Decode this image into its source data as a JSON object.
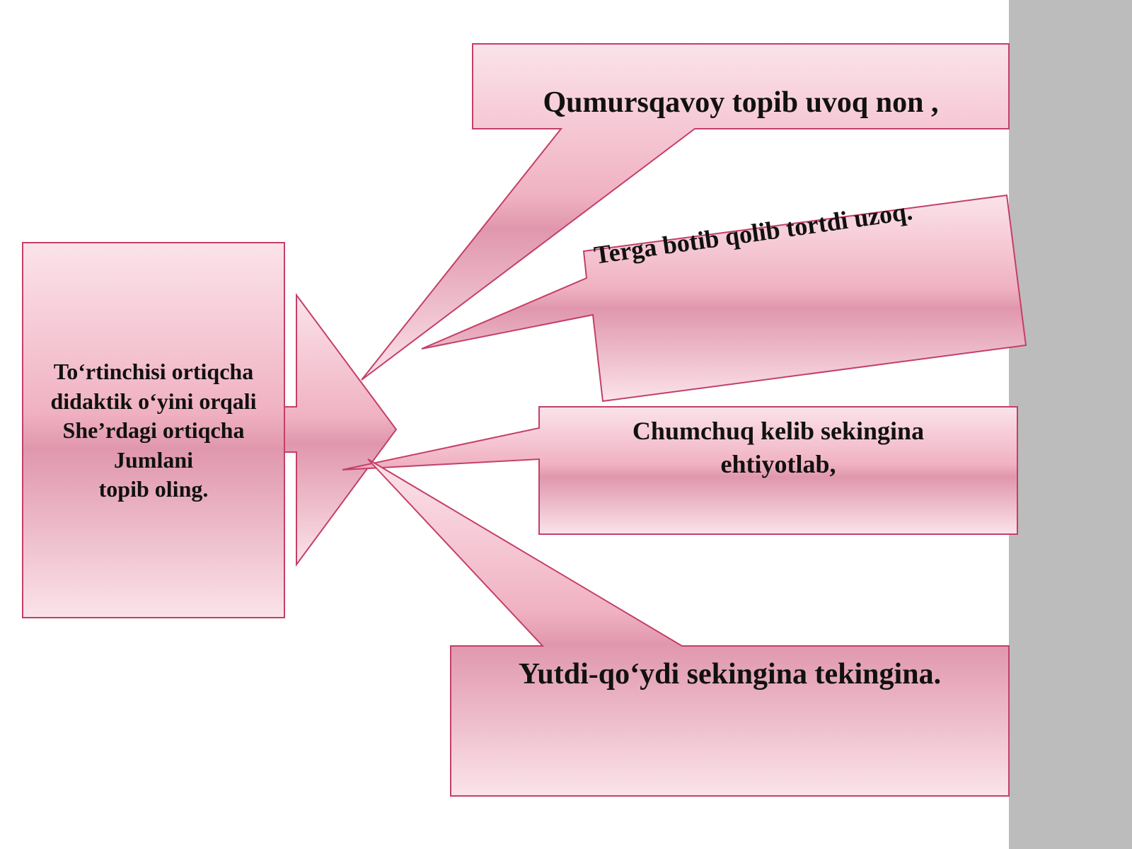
{
  "colors": {
    "fill_light": "#fbe3ea",
    "fill_mid": "#f0b2c3",
    "fill_dark": "#e097ad",
    "stroke": "#c43f68",
    "side_strip": "#bcbcbc"
  },
  "instruction": {
    "lines": [
      "To‘rtinchisi ortiqcha",
      "didaktik o‘yini  orqali",
      "She’rdagi ortiqcha",
      "Jumlani",
      "topib oling."
    ]
  },
  "callouts": [
    {
      "text": "Qumursqavoy topib uvoq non ,"
    },
    {
      "text": "Terga botib qolib tortdi uzoq."
    },
    {
      "text_lines": [
        "Chumchuq kelib sekingina",
        "ehtiyotlab,"
      ]
    },
    {
      "text": "Yutdi-qo‘ydi sekingina  tekingina."
    }
  ]
}
